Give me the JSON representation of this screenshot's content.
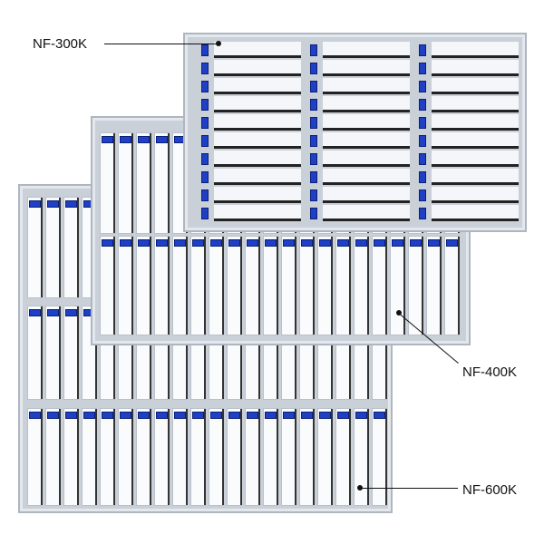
{
  "products": [
    {
      "model": "NF-600K"
    },
    {
      "model": "NF-400K"
    },
    {
      "model": "NF-300K"
    }
  ],
  "colors": {
    "tab": "#1f3fc4",
    "frame": "#c9d0d8"
  }
}
